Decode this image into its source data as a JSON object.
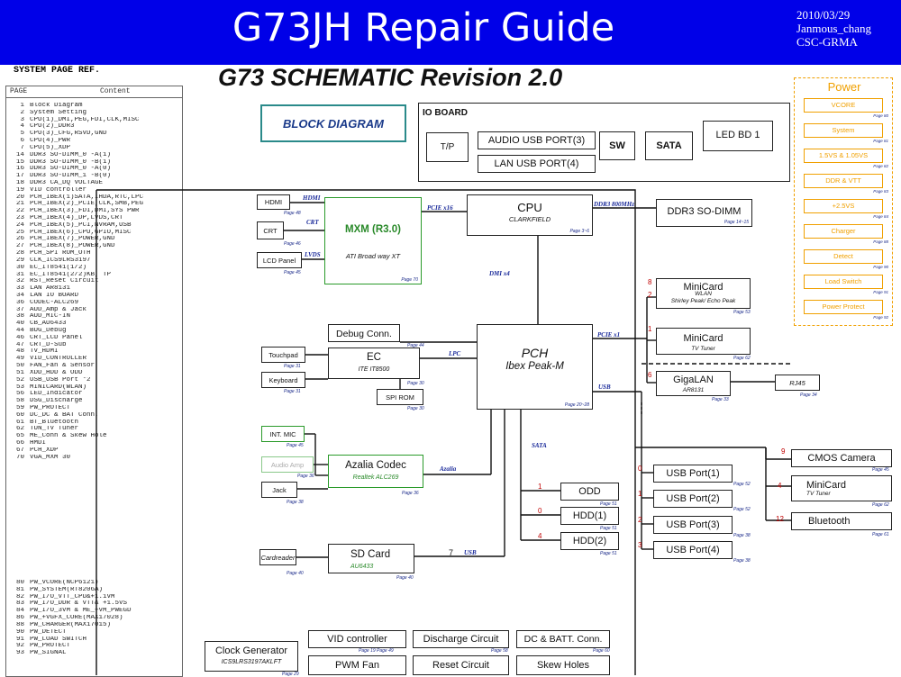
{
  "header": {
    "title": "G73JH Repair Guide",
    "date": "2010/03/29",
    "author": "Janmous_chang",
    "dept": "CSC-GRMA",
    "bg_color": "#0000e8"
  },
  "index": {
    "title": "SYSTEM PAGE REF.",
    "col_page": "PAGE",
    "col_content": "Content",
    "rows": [
      {
        "page": "1",
        "content": "Block Diagram"
      },
      {
        "page": "2",
        "content": "System Setting"
      },
      {
        "page": "3",
        "content": "CPU(1)_DMI,PEG,FDI,CLK,MISC"
      },
      {
        "page": "4",
        "content": "CPU(2)_DDR3"
      },
      {
        "page": "5",
        "content": "CPU(3)_CFG,RSVD,GND"
      },
      {
        "page": "6",
        "content": "CPU(4)_PWR"
      },
      {
        "page": "7",
        "content": "CPU(5)_XDP"
      },
      {
        "page": "14",
        "content": "DDR3 SO-DIMM_0 -A(1)"
      },
      {
        "page": "15",
        "content": "DDR3 SO-DIMM_0 -B(1)"
      },
      {
        "page": "16",
        "content": "DDR3 SO-DIMM_0 -A(0)"
      },
      {
        "page": "17",
        "content": "DDR3 SO-DIMM_1 -B(0)"
      },
      {
        "page": "18",
        "content": "DDR3 CA_DQ VOLTAGE"
      },
      {
        "page": "19",
        "content": "VID controller"
      },
      {
        "page": "20",
        "content": "PCH_IBEX(1)SATA,IHDA,RTC,LPC"
      },
      {
        "page": "21",
        "content": "PCH_IBEX(2)_PCIE,CLK,SMB,PEG"
      },
      {
        "page": "22",
        "content": "PCH_IBEX(3)_FDI,DMI,SYS PWR"
      },
      {
        "page": "23",
        "content": "PCH_IBEX(4)_DP,LVDS,CRT"
      },
      {
        "page": "24",
        "content": "PCH_IBEX(5)_PCI,NVRAM,USB"
      },
      {
        "page": "25",
        "content": "PCH_IBEX(6)_CPU,GPIO,MISC"
      },
      {
        "page": "26",
        "content": "PCH_IBEX(7)_POWER,GND"
      },
      {
        "page": "27",
        "content": "PCH_IBEX(8)_POWER,GND"
      },
      {
        "page": "28",
        "content": "PCH_SPI ROM_OTH"
      },
      {
        "page": "29",
        "content": "CLK_ICS9LRS3197"
      },
      {
        "page": "30",
        "content": "EC_IT8541(1/2)"
      },
      {
        "page": "31",
        "content": "EC_IT8541(2/2)KB, TP"
      },
      {
        "page": "32",
        "content": "RST_Reset Circuit"
      },
      {
        "page": "33",
        "content": "LAN AR8131"
      },
      {
        "page": "34",
        "content": "LAN IO BOARD"
      },
      {
        "page": "36",
        "content": "CODEC-ALC269"
      },
      {
        "page": "37",
        "content": "AUD_Amp & Jack"
      },
      {
        "page": "38",
        "content": "AUD_MIC-IN"
      },
      {
        "page": "40",
        "content": "CB_AU6433"
      },
      {
        "page": "44",
        "content": "BUG_Debug"
      },
      {
        "page": "46",
        "content": "CRT_LCD Panel"
      },
      {
        "page": "47",
        "content": "CRT_D-Sub"
      },
      {
        "page": "48",
        "content": "TV_HDMI"
      },
      {
        "page": "49",
        "content": "VID_CONTROLLER"
      },
      {
        "page": "50",
        "content": "FAN_Fan & Sensor"
      },
      {
        "page": "51",
        "content": "XDD_HDD & ODD"
      },
      {
        "page": "52",
        "content": "USB_USB Port *2"
      },
      {
        "page": "53",
        "content": "MINICARD(WLAN)"
      },
      {
        "page": "56",
        "content": "LED_Indicator"
      },
      {
        "page": "58",
        "content": "DSG_Discharge"
      },
      {
        "page": "59",
        "content": "PW_PROTECT"
      },
      {
        "page": "60",
        "content": "DC_DC & BAT Conn."
      },
      {
        "page": "61",
        "content": "BT_Bluetooth"
      },
      {
        "page": "62",
        "content": "TUN_TV Tuner"
      },
      {
        "page": "65",
        "content": "ME_Conn & Skew Hole"
      },
      {
        "page": "66",
        "content": "HMDI"
      },
      {
        "page": "67",
        "content": "PCH_XDP"
      },
      {
        "page": "70",
        "content": "VGA_MXM 30"
      }
    ],
    "rows2": [
      {
        "page": "80",
        "content": "PW_VCORE(NCP6121)"
      },
      {
        "page": "81",
        "content": "PW_SYSTEM(RT8206A)"
      },
      {
        "page": "82",
        "content": "PW_I/O_VTT_CPU&+1.1VM"
      },
      {
        "page": "83",
        "content": "PW_I/O_DDR & VTT& +1.5VS"
      },
      {
        "page": "84",
        "content": "PW_I/O_3VM & ME_+VM_PWEGD"
      },
      {
        "page": "86",
        "content": "PW_+VGFX_CORE(MAX17028)"
      },
      {
        "page": "88",
        "content": "PW_CHARGER(MAX17015)"
      },
      {
        "page": "90",
        "content": "PW_DETECT"
      },
      {
        "page": "91",
        "content": "PW_LOAD SWITCH"
      },
      {
        "page": "92",
        "content": "PW_PROTECT"
      },
      {
        "page": "93",
        "content": "PW_SIGNAL"
      }
    ]
  },
  "schematic": {
    "title": "G73 SCHEMATIC Revision 2.0",
    "block_diagram_label": "BLOCK DIAGRAM",
    "io_board": {
      "title": "IO BOARD",
      "tp": "T/P",
      "audio_usb": "AUDIO USB PORT(3)",
      "lan_usb": "LAN   USB PORT(4)",
      "sw": "SW",
      "sata": "SATA",
      "led": "LED BD 1"
    },
    "cpu": {
      "name": "CPU",
      "sub": "CLARKFIELD",
      "page": "Page 3~6"
    },
    "ddr3": {
      "name": "DDR3 SO-DIMM",
      "page": "Page 14~15",
      "bus": "DDR3  800MHz"
    },
    "mxm": {
      "name": "MXM (R3.0)",
      "sub": "ATI Broad way XT",
      "page": "Page 70",
      "bus": "PCIE x16"
    },
    "hdmi": {
      "name": "HDMI",
      "page": "Page 48",
      "bus": "HDMI"
    },
    "crt": {
      "name": "CRT",
      "page": "Page 46",
      "bus": "CRT"
    },
    "lcd": {
      "name": "LCD Panel",
      "page": "Page 45",
      "bus": "LVDS"
    },
    "dmi_bus": "DMI x4",
    "pch": {
      "name": "PCH",
      "sub": "Ibex Peak-M",
      "page": "Page 20~28"
    },
    "debug": {
      "name": "Debug Conn.",
      "page": "Page 44"
    },
    "ec": {
      "name": "EC",
      "sub": "ITE IT8500",
      "page": "Page 30",
      "bus": "LPC"
    },
    "touchpad": {
      "name": "Touchpad",
      "page": "Page 31"
    },
    "keyboard": {
      "name": "Keyboard",
      "page": "Page 31"
    },
    "spirom": {
      "name": "SPI ROM",
      "page": "Page 30"
    },
    "intmic": {
      "name": "INT. MIC",
      "page": "Page 45"
    },
    "audioamp": {
      "name": "Audio Amp",
      "page": "Page 36"
    },
    "jack": {
      "name": "Jack",
      "page": "Page 38"
    },
    "azalia": {
      "name": "Azalia Codec",
      "sub": "Realtek ALC269",
      "page": "Page 36",
      "bus": "Azalia"
    },
    "cardreader": {
      "name": "Cardreader",
      "page": "Page 40"
    },
    "sdcard": {
      "name": "SD Card",
      "sub": "AU6433",
      "page": "Page 40",
      "num": "7",
      "bus": "USB"
    },
    "sata_bus": "SATA",
    "odd": {
      "name": "ODD",
      "num": "1",
      "page": "Page 51"
    },
    "hdd1": {
      "name": "HDD(1)",
      "num": "0",
      "page": "Page 51"
    },
    "hdd2": {
      "name": "HDD(2)",
      "num": "4",
      "page": "Page 51"
    },
    "pcie_bus": "PCIE x1",
    "usb_bus": "USB",
    "minicard_wlan": {
      "name": "MiniCard",
      "sub": "WLAN",
      "sub2": "Shirley Peak/ Echo Peak",
      "num": "2",
      "num_top": "8",
      "page": "Page 53"
    },
    "minicard_tv": {
      "name": "MiniCard",
      "sub": "TV Tuner",
      "num": "1",
      "page": "Page 62"
    },
    "gigalan": {
      "name": "GigaLAN",
      "sub": "AR8131",
      "num": "6",
      "page": "Page 33"
    },
    "rj45": {
      "name": "RJ45",
      "page": "Page 34"
    },
    "cmos": {
      "name": "CMOS Camera",
      "num": "9",
      "page": "Page 45"
    },
    "usb1": {
      "name": "USB Port(1)",
      "num": "0",
      "page": "Page 52"
    },
    "usb2": {
      "name": "USB Port(2)",
      "num": "1",
      "page": "Page 52"
    },
    "usb3": {
      "name": "USB Port(3)",
      "num": "2",
      "page": "Page 38"
    },
    "usb4": {
      "name": "USB Port(4)",
      "num": "3",
      "page": "Page 38"
    },
    "minicard_usb": {
      "name": "MiniCard",
      "sub": "TV Tuner",
      "num": "4",
      "page": "Page 62"
    },
    "bluetooth": {
      "name": "Bluetooth",
      "num": "12",
      "page": "Page 61"
    },
    "clock": {
      "name": "Clock Generator",
      "sub": "ICS9LRS3197AKLFT",
      "page": "Page 29"
    },
    "vid": {
      "name": "VID controller",
      "page": "Page 19    Page 49"
    },
    "pwm": {
      "name": "PWM Fan",
      "page": "Page 50"
    },
    "discharge": {
      "name": "Discharge Circuit",
      "page": "Page 58"
    },
    "reset": {
      "name": "Reset Circuit",
      "page": "Page 32"
    },
    "dcbatt": {
      "name": "DC & BATT. Conn.",
      "page": "Page 60"
    },
    "skew": {
      "name": "Skew Holes",
      "page": "Page 65"
    }
  },
  "power": {
    "title": "Power",
    "color": "#f0a000",
    "items": [
      {
        "name": "VCORE",
        "page": "Page 80"
      },
      {
        "name": "System",
        "page": "Page 81"
      },
      {
        "name": "1.5VS & 1.05VS",
        "page": "Page 82"
      },
      {
        "name": "DDR & VTT",
        "page": "Page 83"
      },
      {
        "name": "+2.5VS",
        "page": "Page 84"
      },
      {
        "name": "Charger",
        "page": "Page 88"
      },
      {
        "name": "Detect",
        "page": "Page 90"
      },
      {
        "name": "Load Switch",
        "page": "Page 91"
      },
      {
        "name": "Power Protect",
        "page": "Page 92"
      }
    ]
  }
}
